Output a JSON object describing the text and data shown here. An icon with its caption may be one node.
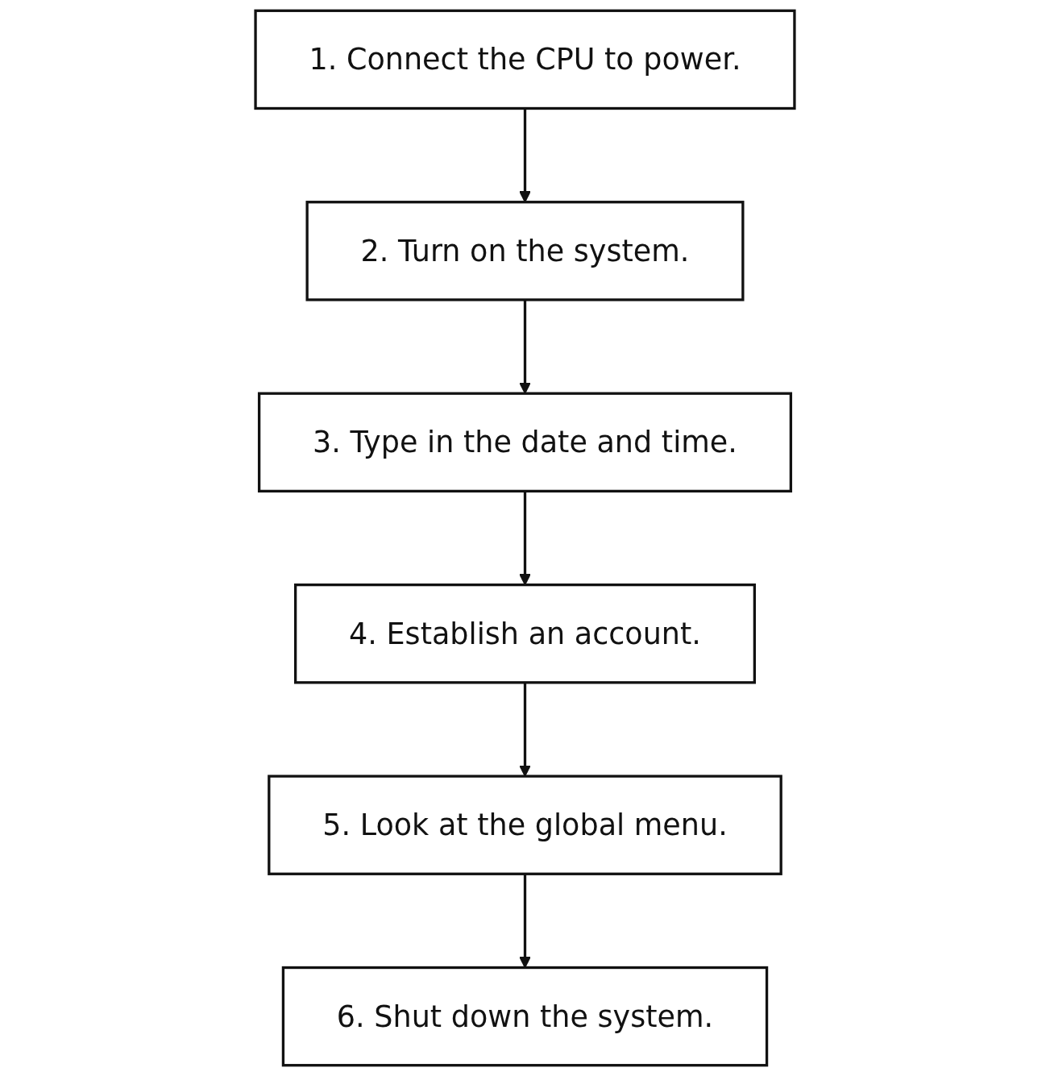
{
  "diagram": {
    "nodes": [
      {
        "text": [
          "1. Connect the CPU to power."
        ]
      },
      {
        "text": [
          "2. Turn on the system."
        ]
      },
      {
        "text": [
          "3. Type in the date and time."
        ]
      },
      {
        "text": [
          "4. Establish an account."
        ]
      },
      {
        "text": [
          "5. Look at the global menu."
        ]
      },
      {
        "text": [
          "6. Shut down the system."
        ]
      }
    ],
    "edges": [
      {
        "from": 0,
        "to": 1,
        "arrow": "to"
      },
      {
        "from": 1,
        "to": 2,
        "arrow": "to"
      },
      {
        "from": 2,
        "to": 3,
        "arrow": "to"
      },
      {
        "from": 3,
        "to": 4,
        "arrow": "to"
      },
      {
        "from": 4,
        "to": 5,
        "arrow": "to"
      }
    ]
  }
}
